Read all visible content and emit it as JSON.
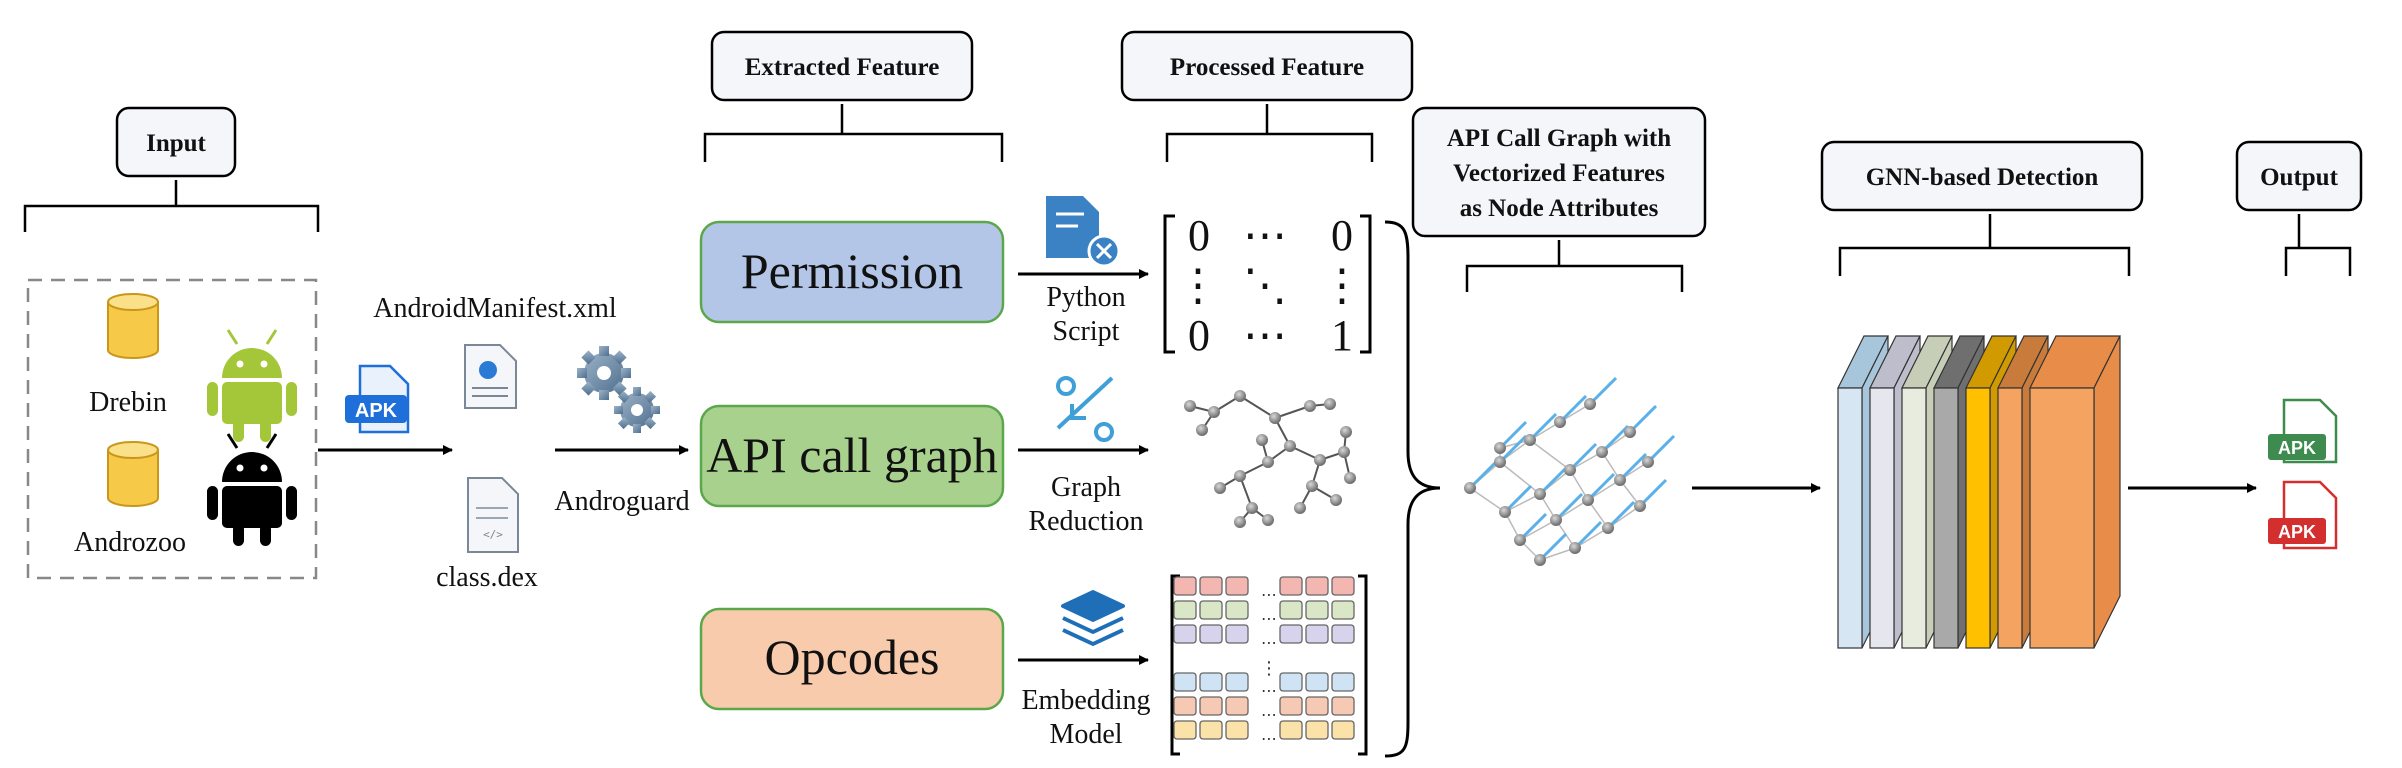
{
  "headers": {
    "input": "Input",
    "extracted": "Extracted Feature",
    "processed": "Processed Feature",
    "api_graph_line1": "API Call Graph with",
    "api_graph_line2": "Vectorized Features",
    "api_graph_line3": "as Node Attributes",
    "gnn": "GNN-based Detection",
    "output": "Output"
  },
  "input": {
    "datasets": [
      "Drebin",
      "Androzoo"
    ],
    "apk_badge": "APK",
    "manifest_label": "AndroidManifest.xml",
    "dex_label": "class.dex",
    "tool_label": "Androguard"
  },
  "features": {
    "permission": "Permission",
    "api_call_graph": "API call graph",
    "opcodes": "Opcodes"
  },
  "processing": {
    "python_line1": "Python",
    "python_line2": "Script",
    "graph_line1": "Graph",
    "graph_line2": "Reduction",
    "embed_line1": "Embedding",
    "embed_line2": "Model"
  },
  "matrix": {
    "r1c1": "0",
    "r1c2": "⋯",
    "r1c3": "0",
    "r2c1": "⋮",
    "r2c2": "⋱",
    "r2c3": "⋮",
    "r3c1": "0",
    "r3c2": "⋯",
    "r3c3": "1"
  },
  "output": {
    "benign_badge": "APK",
    "malware_badge": "APK"
  },
  "colors": {
    "permission_fill": "#b4c6e7",
    "api_fill": "#a9d18e",
    "opcode_fill": "#f8cbad",
    "android_green": "#a4c639",
    "apk_blue": "#1e6fd9",
    "db_yellow": "#f7c948",
    "benign_green": "#3d8b4f",
    "malware_red": "#d32f2f"
  }
}
